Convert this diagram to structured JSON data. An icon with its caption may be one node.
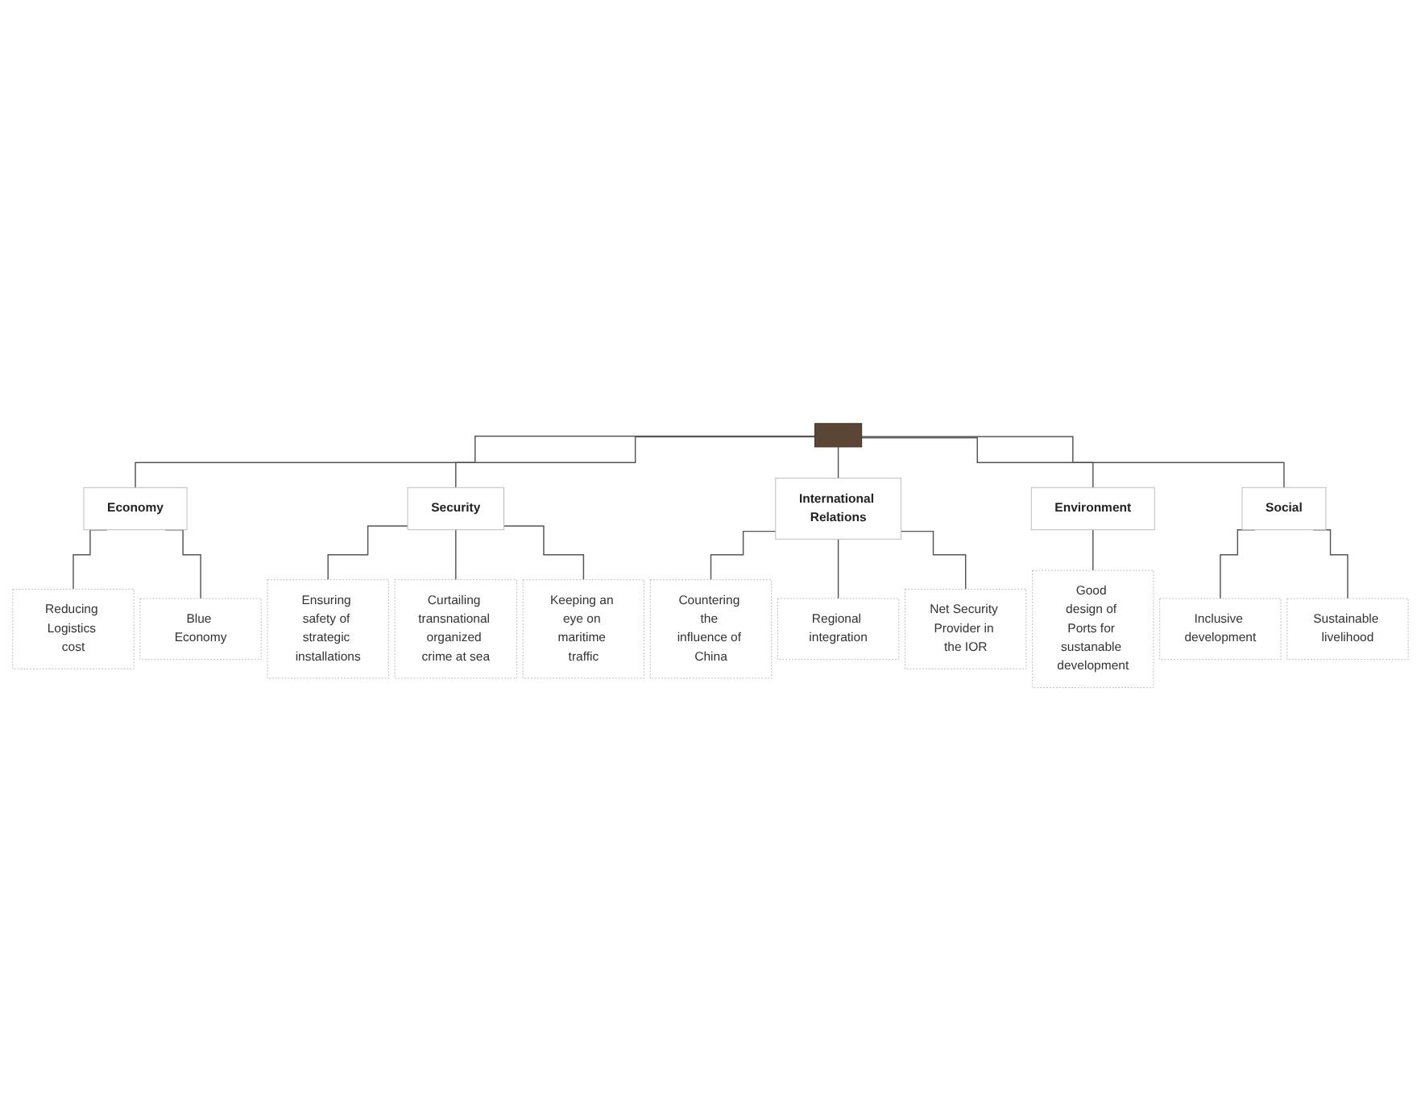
{
  "diagram": {
    "nodes": [
      {
        "text": [],
        "shape": "box"
      },
      {
        "text": [
          "Economy"
        ]
      },
      {
        "text": [
          "Security"
        ]
      },
      {
        "text": [
          "International Relations"
        ]
      },
      {
        "text": [
          "Environment"
        ]
      },
      {
        "text": [
          "Social"
        ]
      },
      {
        "text": [
          "Reducing Logistics cost"
        ]
      },
      {
        "text": [
          "Blue Economy"
        ]
      },
      {
        "text": [
          "Ensuring safety of strategic installations"
        ]
      },
      {
        "text": [
          "Curtailing transnational organized crime at sea"
        ]
      },
      {
        "text": [
          "Keeping an eye on maritime traffic"
        ]
      },
      {
        "text": [
          "Countering the influence of China"
        ]
      },
      {
        "text": [
          "Regional integration"
        ]
      },
      {
        "text": [
          "Net Security Provider in the IOR"
        ]
      },
      {
        "text": [
          "Good design of Ports for sustanable development"
        ]
      },
      {
        "text": [
          "Inclusive development"
        ]
      },
      {
        "text": [
          "Sustainable livelihood"
        ]
      }
    ],
    "edges": [
      {
        "from": 0,
        "to": 1,
        "arrow": "none"
      },
      {
        "from": 0,
        "to": 2,
        "arrow": "none"
      },
      {
        "from": 0,
        "to": 3,
        "arrow": "none"
      },
      {
        "from": 0,
        "to": 4,
        "arrow": "none"
      },
      {
        "from": 0,
        "to": 5,
        "arrow": "none"
      },
      {
        "from": 1,
        "to": 6,
        "arrow": "none"
      },
      {
        "from": 1,
        "to": 7,
        "arrow": "none"
      },
      {
        "from": 2,
        "to": 8,
        "arrow": "none"
      },
      {
        "from": 2,
        "to": 9,
        "arrow": "none"
      },
      {
        "from": 2,
        "to": 10,
        "arrow": "none"
      },
      {
        "from": 3,
        "to": 11,
        "arrow": "none"
      },
      {
        "from": 3,
        "to": 12,
        "arrow": "none"
      },
      {
        "from": 3,
        "to": 13,
        "arrow": "none"
      },
      {
        "from": 4,
        "to": 14,
        "arrow": "none"
      },
      {
        "from": 5,
        "to": 15,
        "arrow": "none"
      },
      {
        "from": 5,
        "to": 16,
        "arrow": "none"
      }
    ]
  }
}
